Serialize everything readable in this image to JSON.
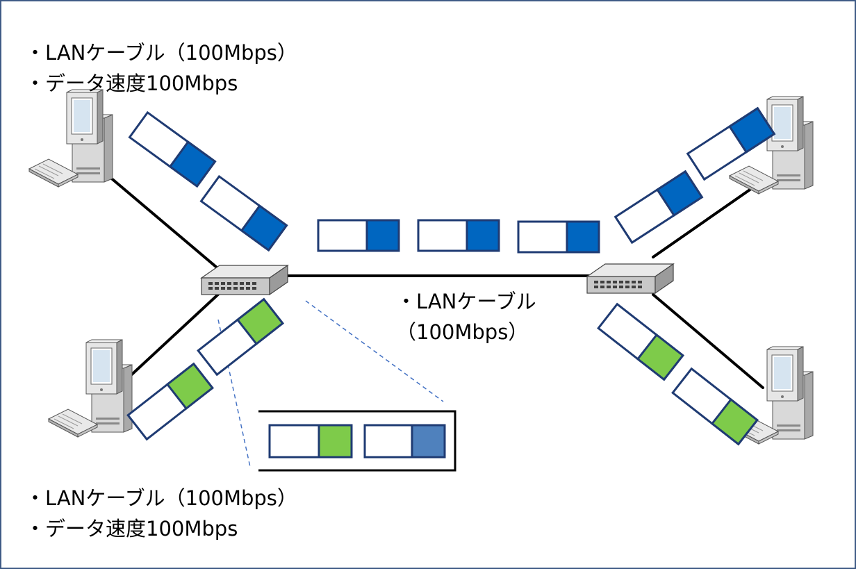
{
  "labels": {
    "top_left": {
      "line1": "・LANケーブル（100Mbps）",
      "line2": "・データ速度100Mbps"
    },
    "bottom_left": {
      "line1": "・LANケーブル（100Mbps）",
      "line2": "・データ速度100Mbps"
    },
    "center": {
      "line1": "・LANケーブル",
      "line2": "（100Mbps）"
    }
  },
  "colors": {
    "blue_data": "#0066c0",
    "green_data": "#7ecb4a",
    "light_blue_data": "#4f81bd",
    "packet_border": "#1f3b73",
    "cable": "#000000",
    "zoom_line": "#4472c4",
    "frame_border": "#3f5b86"
  },
  "icons": {
    "computer": "desktop-computer-icon",
    "switch": "network-switch-icon"
  }
}
